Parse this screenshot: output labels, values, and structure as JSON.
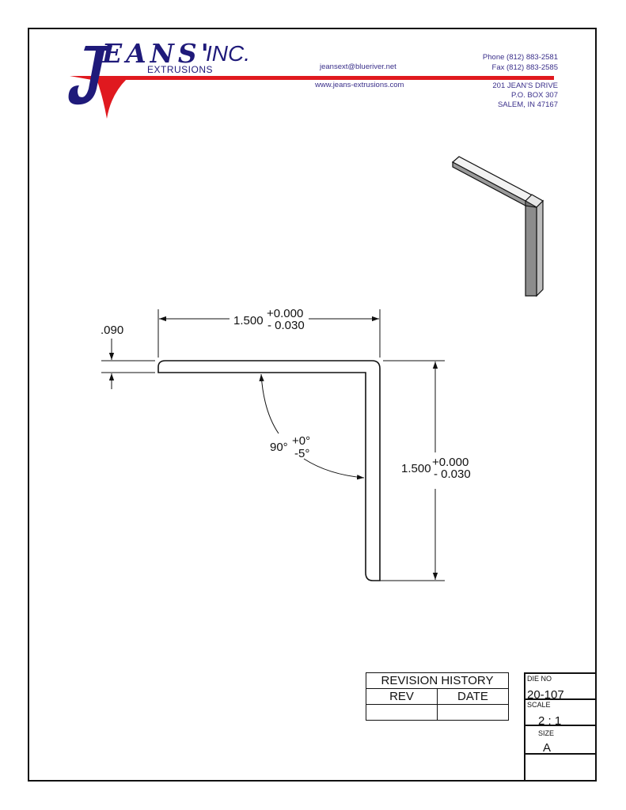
{
  "header": {
    "logo_word": "EANS'",
    "logo_inc": "INC.",
    "logo_sub": "EXTRUSIONS",
    "email": "jeansext@blueriver.net",
    "website": "www.jeans-extrusions.com",
    "phone": "Phone (812) 883-2581",
    "fax": "Fax (812) 883-2585",
    "address_line1": "201 JEAN'S DRIVE",
    "address_line2": "P.O. BOX 307",
    "address_line3": "SALEM, IN 47167",
    "colors": {
      "brand_blue": "#1f1a7a",
      "brand_red": "#e0191f"
    }
  },
  "drawing": {
    "thickness": ".090",
    "width_nominal": "1.500",
    "width_tol_plus": "+0.000",
    "width_tol_minus": "- 0.030",
    "height_nominal": "1.500",
    "height_tol_plus": "+0.000",
    "height_tol_minus": "- 0.030",
    "angle_nominal": "90°",
    "angle_tol_plus": "+0°",
    "angle_tol_minus": "-5°"
  },
  "revision_history": {
    "title": "REVISION HISTORY",
    "col_rev": "REV",
    "col_date": "DATE"
  },
  "title_block": {
    "die_no_label": "DIE NO",
    "die_no_value": "20-107",
    "scale_label": "SCALE",
    "scale_value": "2 : 1",
    "size_label": "SIZE",
    "size_value": "A"
  }
}
